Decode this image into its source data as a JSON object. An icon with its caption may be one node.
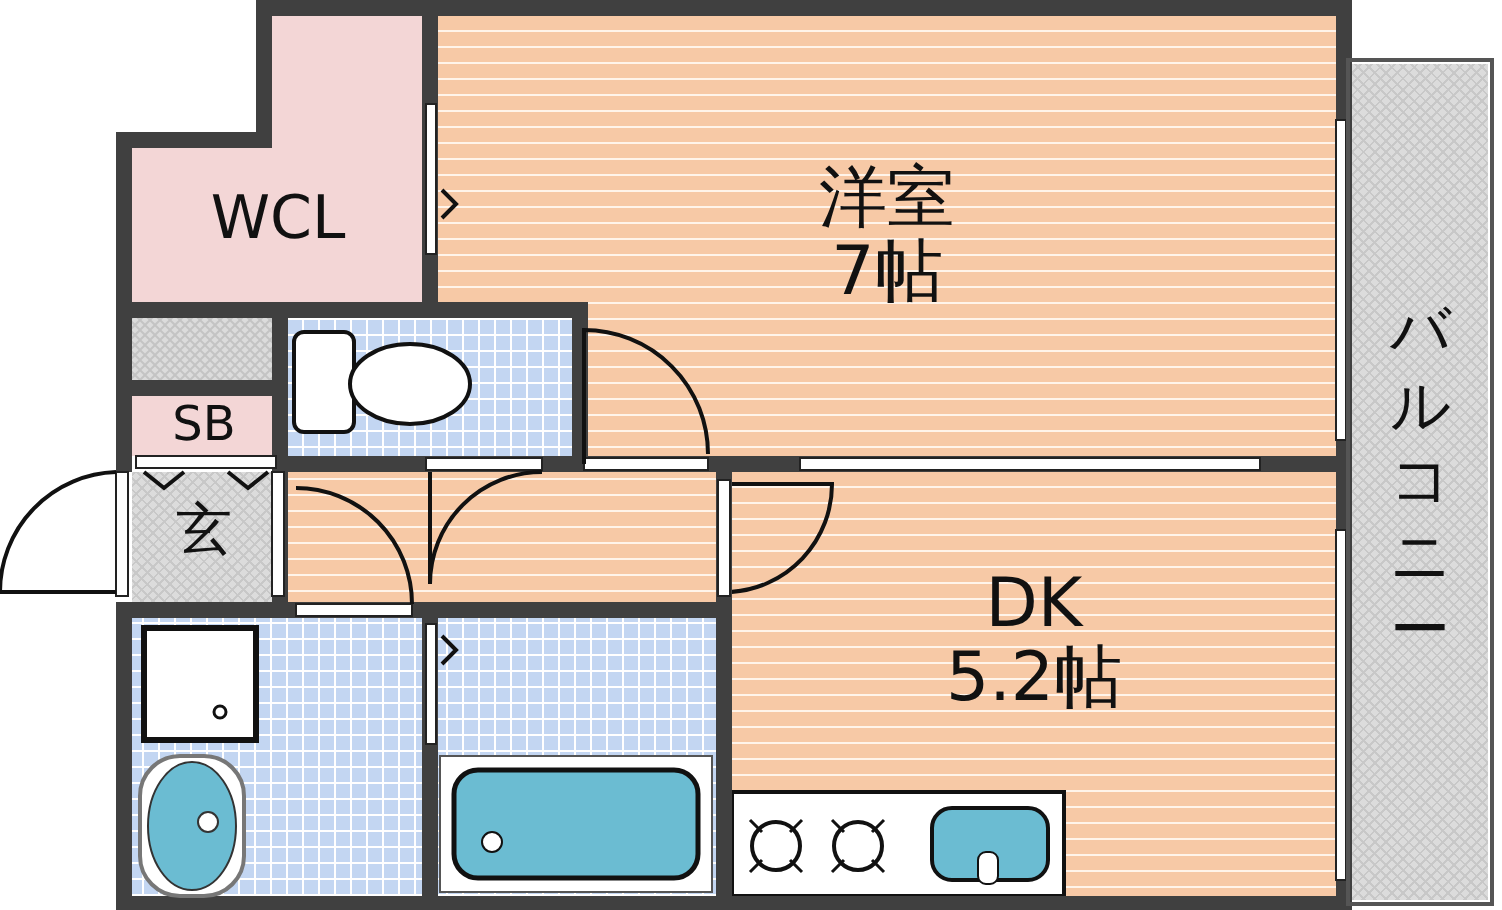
{
  "diagram": {
    "nodes": [
      {
        "text": [
          "洋室",
          "7帖"
        ]
      },
      {
        "text": [
          "WCL"
        ]
      },
      {
        "text": [
          "SB"
        ]
      },
      {
        "text": [
          "玄"
        ]
      },
      {
        "text": [
          "DK",
          "5.2帖"
        ]
      },
      {
        "text": [
          "バルコニー"
        ]
      }
    ]
  }
}
